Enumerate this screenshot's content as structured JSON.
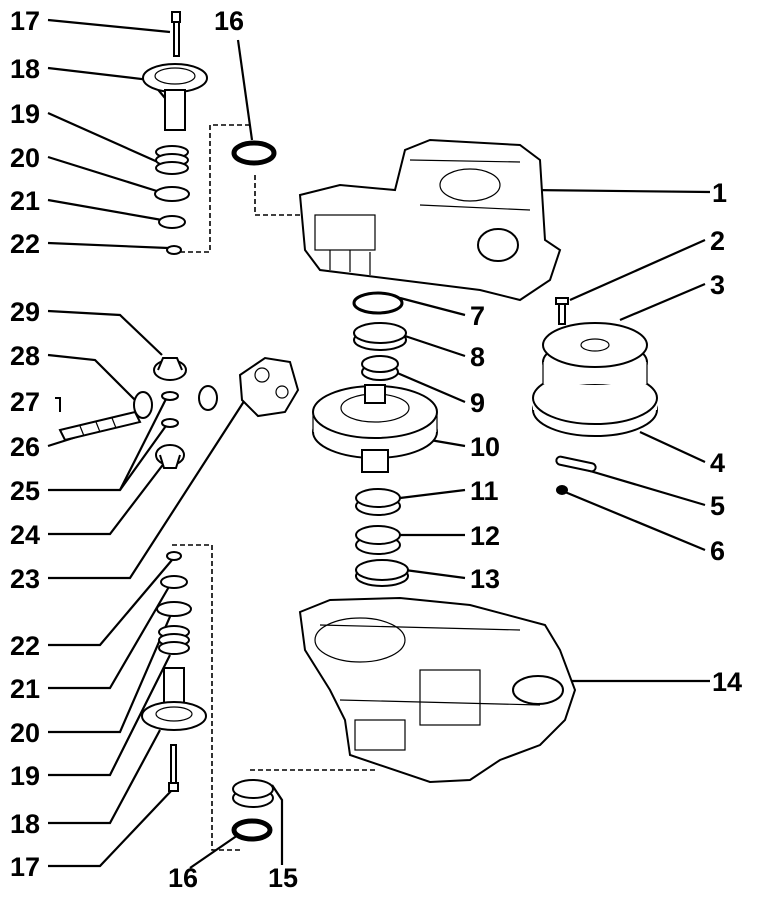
{
  "diagram": {
    "labels": {
      "l1": "1",
      "l2": "2",
      "l3": "3",
      "l4": "4",
      "l5": "5",
      "l6": "6",
      "l7": "7",
      "l8": "8",
      "l9": "9",
      "l10": "10",
      "l11": "11",
      "l12": "12",
      "l13": "13",
      "l14": "14",
      "l15": "15",
      "l16a": "16",
      "l16b": "16",
      "l17a": "17",
      "l17b": "17",
      "l18a": "18",
      "l18b": "18",
      "l19a": "19",
      "l19b": "19",
      "l20a": "20",
      "l20b": "20",
      "l21a": "21",
      "l21b": "21",
      "l22a": "22",
      "l22b": "22",
      "l23": "23",
      "l24": "24",
      "l25": "25",
      "l26": "26",
      "l27": "27",
      "l28": "28",
      "l29": "29"
    }
  }
}
